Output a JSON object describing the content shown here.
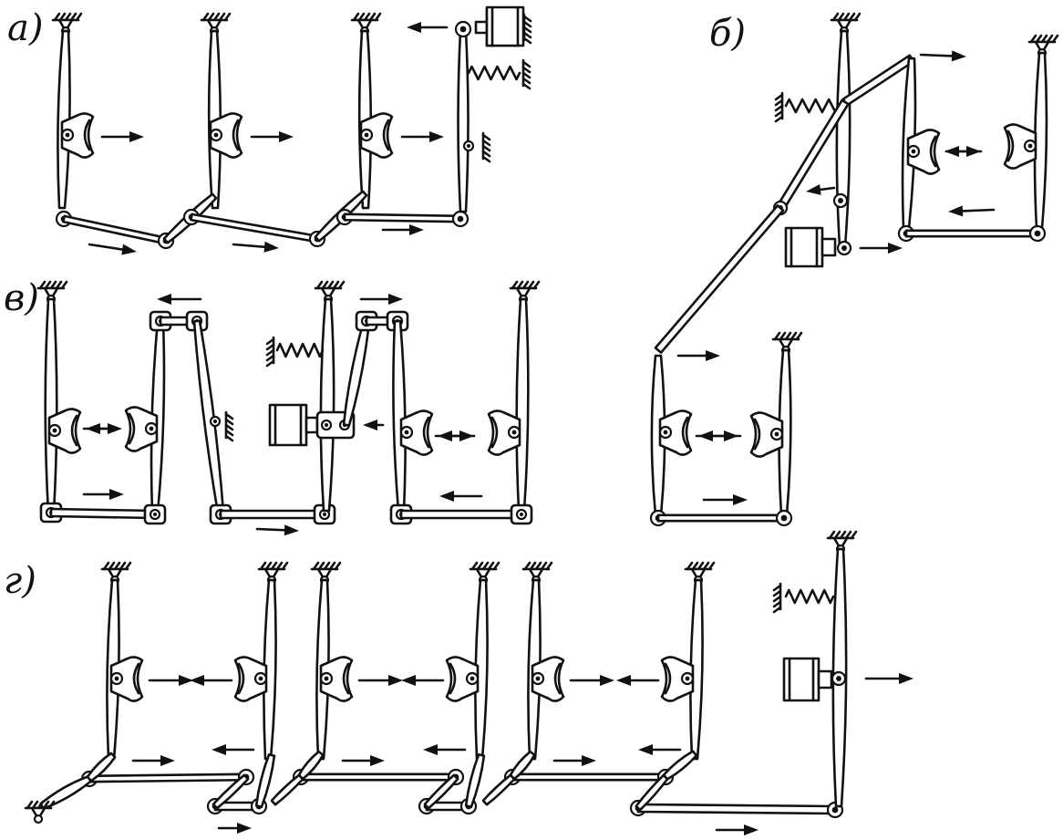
{
  "diagram": {
    "colors": {
      "ink": "#111111",
      "paper": "#ffffff"
    },
    "panels": [
      {
        "id": "a",
        "label": "а)"
      },
      {
        "id": "b",
        "label": "б)"
      },
      {
        "id": "v",
        "label": "в)"
      },
      {
        "id": "g",
        "label": "г)"
      }
    ]
  }
}
